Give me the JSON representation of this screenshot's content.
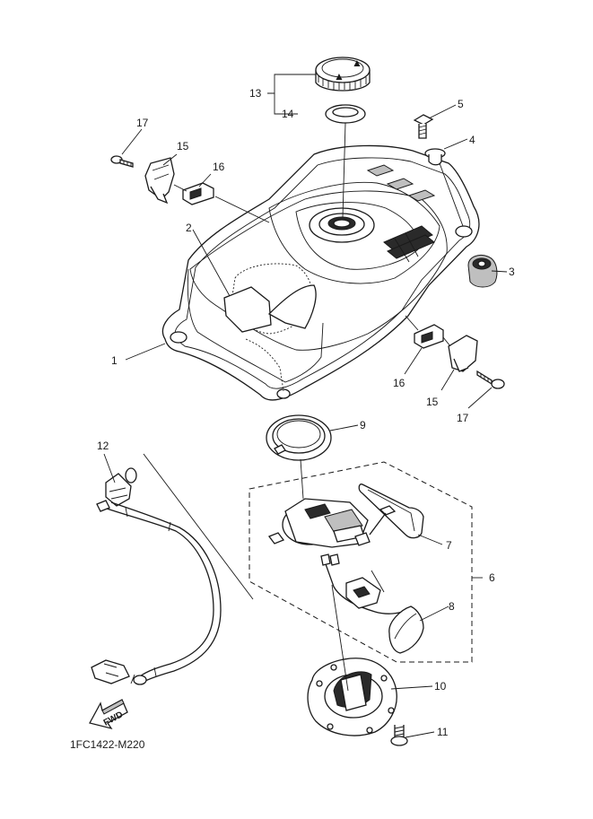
{
  "diagram": {
    "callouts": [
      "1",
      "2",
      "3",
      "4",
      "5",
      "6",
      "7",
      "8",
      "9",
      "10",
      "11",
      "12",
      "13",
      "14",
      "15",
      "16",
      "17",
      "15",
      "16",
      "17"
    ],
    "direction_label": "FWD",
    "drawing_code": "1FC1422-M220"
  }
}
